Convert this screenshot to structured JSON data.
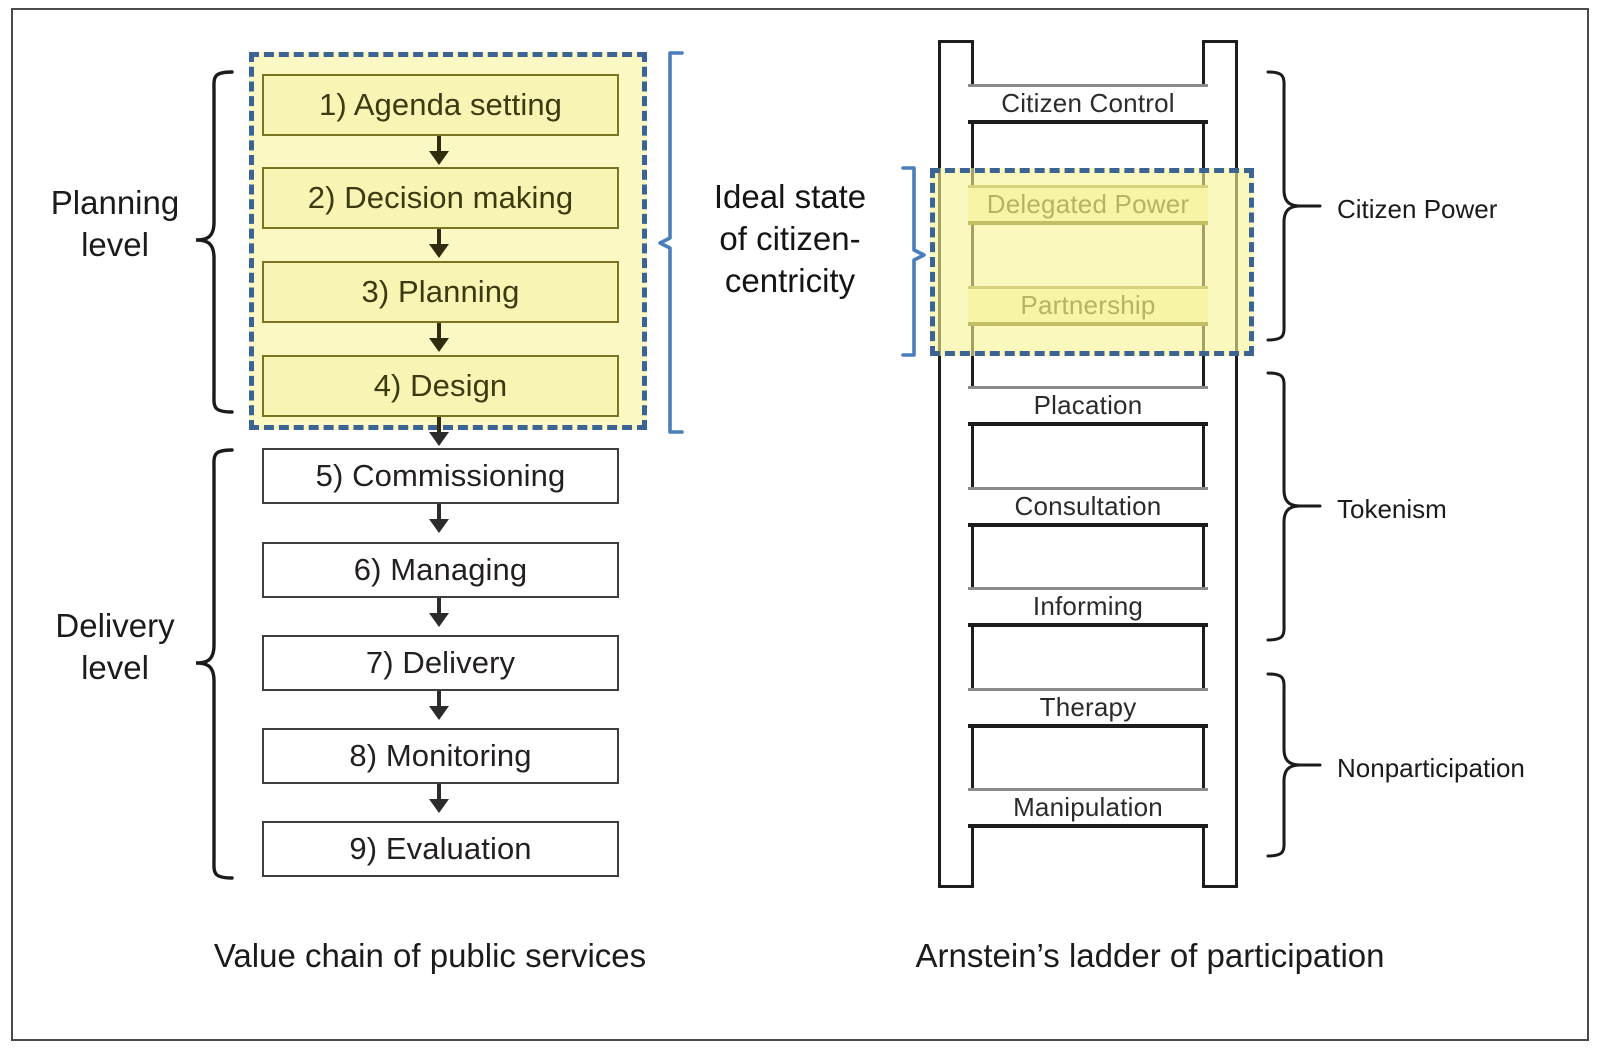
{
  "figure": {
    "left_caption": "Value chain of public services",
    "right_caption": "Arnstein’s ladder of participation",
    "center_note": "Ideal state\nof citizen-\ncentricity"
  },
  "colors": {
    "highlight_fill": "#FBF8C3",
    "highlight_border": "#3B6394",
    "box_border": "#3F3F3F",
    "highlight_box_border": "#7B7521",
    "text": "#1B1B1B",
    "frame_border": "#4B4B4B",
    "rail": "#1C1C1C",
    "rung_top": "#8B8B8B"
  },
  "value_chain": {
    "title": "Value chain of public services",
    "levels": [
      {
        "id": "planning",
        "label": "Planning\nlevel",
        "steps": [
          1,
          2,
          3,
          4
        ]
      },
      {
        "id": "delivery",
        "label": "Delivery\nlevel",
        "steps": [
          5,
          6,
          7,
          8,
          9
        ]
      }
    ],
    "steps": [
      {
        "number": "1)",
        "name": "Agenda setting",
        "label": "1) Agenda setting",
        "highlighted": true
      },
      {
        "number": "2)",
        "name": "Decision making",
        "label": "2) Decision making",
        "highlighted": true
      },
      {
        "number": "3)",
        "name": "Planning",
        "label": "3) Planning",
        "highlighted": true
      },
      {
        "number": "4)",
        "name": "Design",
        "label": "4) Design",
        "highlighted": true
      },
      {
        "number": "5)",
        "name": "Commissioning",
        "label": "5) Commissioning",
        "highlighted": false
      },
      {
        "number": "6)",
        "name": "Managing",
        "label": "6) Managing",
        "highlighted": false
      },
      {
        "number": "7)",
        "name": "Delivery",
        "label": "7) Delivery",
        "highlighted": false
      },
      {
        "number": "8)",
        "name": "Monitoring",
        "label": "8) Monitoring",
        "highlighted": false
      },
      {
        "number": "9)",
        "name": "Evaluation",
        "label": "9) Evaluation",
        "highlighted": false
      }
    ]
  },
  "ladder": {
    "title": "Arnstein’s ladder of participation",
    "rungs": [
      {
        "rank": 8,
        "label": "Citizen Control",
        "group": "Citizen Power",
        "highlighted": false
      },
      {
        "rank": 7,
        "label": "Delegated Power",
        "group": "Citizen Power",
        "highlighted": true
      },
      {
        "rank": 6,
        "label": "Partnership",
        "group": "Citizen Power",
        "highlighted": true
      },
      {
        "rank": 5,
        "label": "Placation",
        "group": "Tokenism",
        "highlighted": false
      },
      {
        "rank": 4,
        "label": "Consultation",
        "group": "Tokenism",
        "highlighted": false
      },
      {
        "rank": 3,
        "label": "Informing",
        "group": "Tokenism",
        "highlighted": false
      },
      {
        "rank": 2,
        "label": "Therapy",
        "group": "Nonparticipation",
        "highlighted": false
      },
      {
        "rank": 1,
        "label": "Manipulation",
        "group": "Nonparticipation",
        "highlighted": false
      }
    ],
    "groups": [
      {
        "label": "Citizen Power",
        "rungs": [
          "Citizen Control",
          "Delegated Power",
          "Partnership"
        ]
      },
      {
        "label": "Tokenism",
        "rungs": [
          "Placation",
          "Consultation",
          "Informing"
        ]
      },
      {
        "label": "Nonparticipation",
        "rungs": [
          "Therapy",
          "Manipulation"
        ]
      }
    ]
  }
}
